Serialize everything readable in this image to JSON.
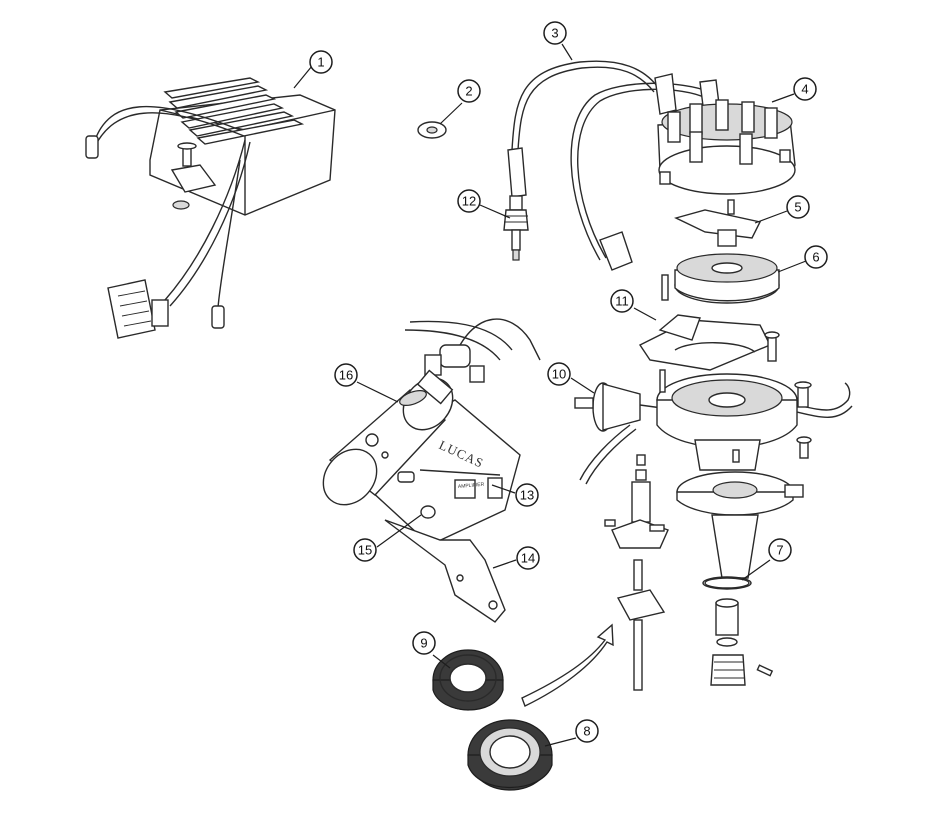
{
  "diagram": {
    "callouts": [
      {
        "id": "1",
        "label": "1"
      },
      {
        "id": "2",
        "label": "2"
      },
      {
        "id": "3",
        "label": "3"
      },
      {
        "id": "4",
        "label": "4"
      },
      {
        "id": "5",
        "label": "5"
      },
      {
        "id": "6",
        "label": "6"
      },
      {
        "id": "7",
        "label": "7"
      },
      {
        "id": "8",
        "label": "8"
      },
      {
        "id": "9",
        "label": "9"
      },
      {
        "id": "10",
        "label": "10"
      },
      {
        "id": "11",
        "label": "11"
      },
      {
        "id": "12",
        "label": "12"
      },
      {
        "id": "13",
        "label": "13"
      },
      {
        "id": "14",
        "label": "14"
      },
      {
        "id": "15",
        "label": "15"
      },
      {
        "id": "16",
        "label": "16"
      }
    ],
    "coil_brand": "LUCAS",
    "coil_small_print": "AMPLIFIER"
  }
}
